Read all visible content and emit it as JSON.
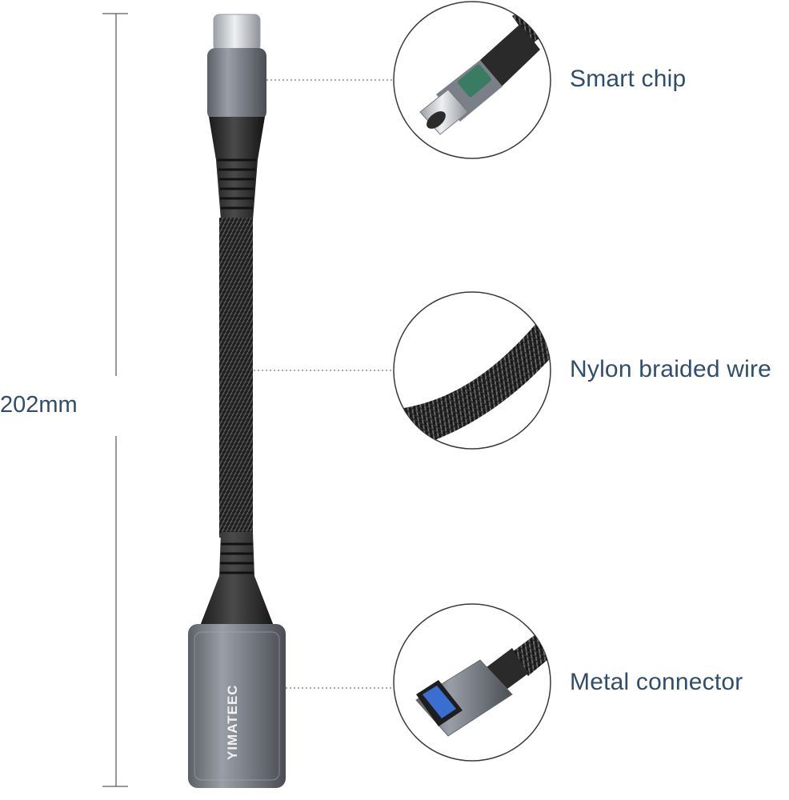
{
  "dimension": {
    "length_label": "202mm"
  },
  "features": [
    {
      "label": "Smart chip",
      "icon": "usb-c-plug-closeup"
    },
    {
      "label": "Nylon braided wire",
      "icon": "braided-cable-closeup"
    },
    {
      "label": "Metal connector",
      "icon": "usb-a-female-closeup"
    }
  ],
  "brand": {
    "logo_text": "YIMATEEC"
  },
  "colors": {
    "label_text": "#2f4e6c",
    "metal": "#8a8e96",
    "braid": "#1c1c1c",
    "usb_blue": "#3a6fd0"
  }
}
